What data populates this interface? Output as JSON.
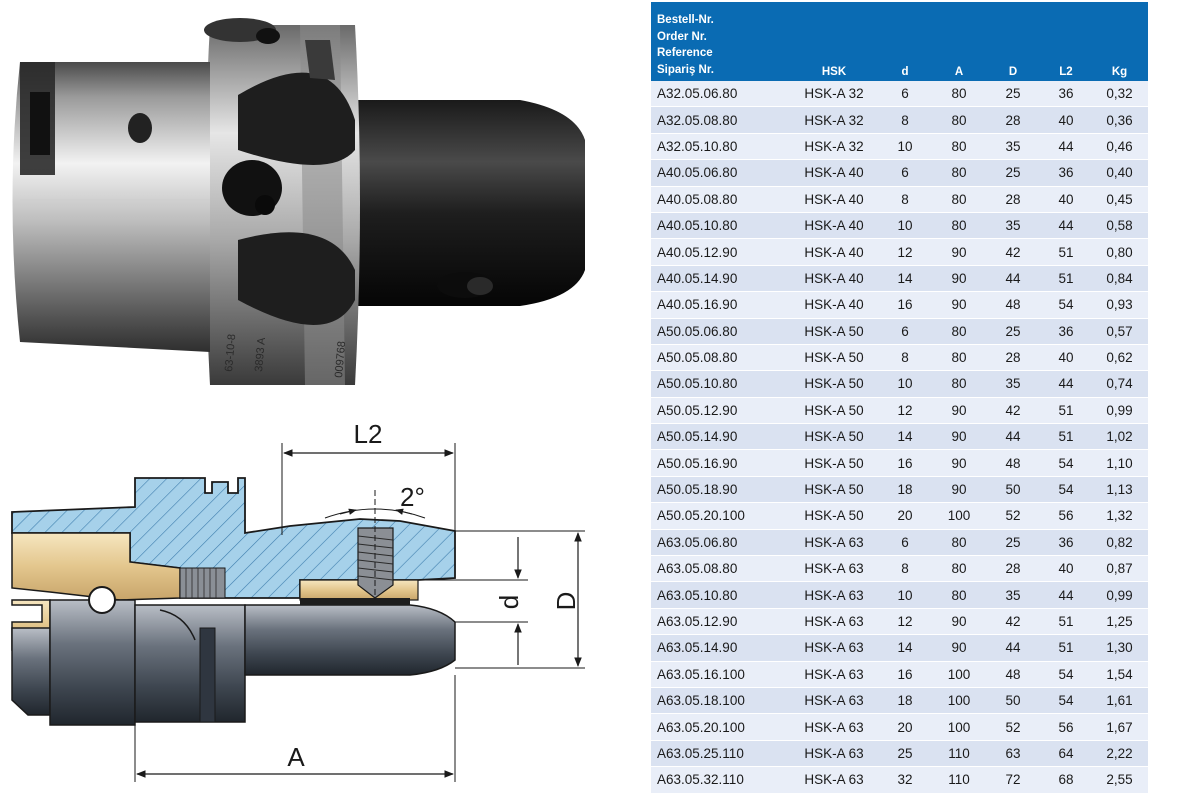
{
  "product_image": {
    "engravings": [
      "63-10-8",
      "3893 A",
      "009768"
    ]
  },
  "drawing": {
    "labels": {
      "L2": "L2",
      "angle": "2°",
      "d": "d",
      "D": "D",
      "A": "A"
    }
  },
  "table": {
    "headers": {
      "reference_lines": [
        "Bestell-Nr.",
        "Order Nr.",
        "Reference",
        "Sipariş Nr."
      ],
      "hsk": "HSK",
      "d": "d",
      "A": "A",
      "D": "D",
      "L2": "L2",
      "kg": "Kg"
    },
    "rows": [
      [
        "A32.05.06.80",
        "HSK-A 32",
        "6",
        "80",
        "25",
        "36",
        "0,32"
      ],
      [
        "A32.05.08.80",
        "HSK-A 32",
        "8",
        "80",
        "28",
        "40",
        "0,36"
      ],
      [
        "A32.05.10.80",
        "HSK-A 32",
        "10",
        "80",
        "35",
        "44",
        "0,46"
      ],
      [
        "A40.05.06.80",
        "HSK-A 40",
        "6",
        "80",
        "25",
        "36",
        "0,40"
      ],
      [
        "A40.05.08.80",
        "HSK-A 40",
        "8",
        "80",
        "28",
        "40",
        "0,45"
      ],
      [
        "A40.05.10.80",
        "HSK-A 40",
        "10",
        "80",
        "35",
        "44",
        "0,58"
      ],
      [
        "A40.05.12.90",
        "HSK-A 40",
        "12",
        "90",
        "42",
        "51",
        "0,80"
      ],
      [
        "A40.05.14.90",
        "HSK-A 40",
        "14",
        "90",
        "44",
        "51",
        "0,84"
      ],
      [
        "A40.05.16.90",
        "HSK-A 40",
        "16",
        "90",
        "48",
        "54",
        "0,93"
      ],
      [
        "A50.05.06.80",
        "HSK-A 50",
        "6",
        "80",
        "25",
        "36",
        "0,57"
      ],
      [
        "A50.05.08.80",
        "HSK-A 50",
        "8",
        "80",
        "28",
        "40",
        "0,62"
      ],
      [
        "A50.05.10.80",
        "HSK-A 50",
        "10",
        "80",
        "35",
        "44",
        "0,74"
      ],
      [
        "A50.05.12.90",
        "HSK-A 50",
        "12",
        "90",
        "42",
        "51",
        "0,99"
      ],
      [
        "A50.05.14.90",
        "HSK-A 50",
        "14",
        "90",
        "44",
        "51",
        "1,02"
      ],
      [
        "A50.05.16.90",
        "HSK-A 50",
        "16",
        "90",
        "48",
        "54",
        "1,10"
      ],
      [
        "A50.05.18.90",
        "HSK-A 50",
        "18",
        "90",
        "50",
        "54",
        "1,13"
      ],
      [
        "A50.05.20.100",
        "HSK-A 50",
        "20",
        "100",
        "52",
        "56",
        "1,32"
      ],
      [
        "A63.05.06.80",
        "HSK-A 63",
        "6",
        "80",
        "25",
        "36",
        "0,82"
      ],
      [
        "A63.05.08.80",
        "HSK-A 63",
        "8",
        "80",
        "28",
        "40",
        "0,87"
      ],
      [
        "A63.05.10.80",
        "HSK-A 63",
        "10",
        "80",
        "35",
        "44",
        "0,99"
      ],
      [
        "A63.05.12.90",
        "HSK-A 63",
        "12",
        "90",
        "42",
        "51",
        "1,25"
      ],
      [
        "A63.05.14.90",
        "HSK-A 63",
        "14",
        "90",
        "44",
        "51",
        "1,30"
      ],
      [
        "A63.05.16.100",
        "HSK-A 63",
        "16",
        "100",
        "48",
        "54",
        "1,54"
      ],
      [
        "A63.05.18.100",
        "HSK-A 63",
        "18",
        "100",
        "50",
        "54",
        "1,61"
      ],
      [
        "A63.05.20.100",
        "HSK-A 63",
        "20",
        "100",
        "52",
        "56",
        "1,67"
      ],
      [
        "A63.05.25.110",
        "HSK-A 63",
        "25",
        "110",
        "63",
        "64",
        "2,22"
      ],
      [
        "A63.05.32.110",
        "HSK-A 63",
        "32",
        "110",
        "72",
        "68",
        "2,55"
      ]
    ]
  },
  "colors": {
    "header_blue": "#0a6bb3",
    "row_light": "#e9eef8",
    "row_dark": "#dae2f1",
    "section_fill": "#a6d1ea",
    "brass_fill": "#e7cd96"
  },
  "icons": {
    "product_photo": "tool-holder-photo-icon",
    "section_drawing": "tool-holder-section-icon"
  }
}
